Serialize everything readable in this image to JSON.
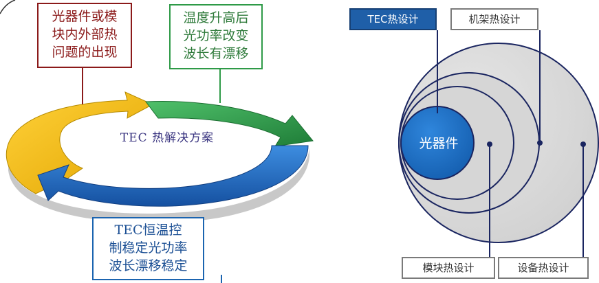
{
  "cycle": {
    "center_label": "TEC 热解决方案",
    "problem_box": [
      "光器件或模",
      "块内外部热",
      "问题的出现"
    ],
    "effect_box": [
      "温度升高后",
      "光功率改变",
      "波长有漂移"
    ],
    "solution_box": [
      "TEC恒温控",
      "制稳定光功率",
      "波长漂移稳定"
    ],
    "colors": {
      "yellow": "#f3b400",
      "green": "#2e9a47",
      "blue": "#1b64b0",
      "red": "#8b1a1a"
    }
  },
  "layers": {
    "core": "光器件",
    "tec": "TEC热设计",
    "rack": "机架热设计",
    "module": "模块热设计",
    "device": "设备热设计",
    "colors": {
      "core": "#1f6fc4",
      "tec_tag": "#1f5fa8",
      "circle_fill": "#d9d9d9",
      "circle_stroke": "#1a2560"
    }
  }
}
